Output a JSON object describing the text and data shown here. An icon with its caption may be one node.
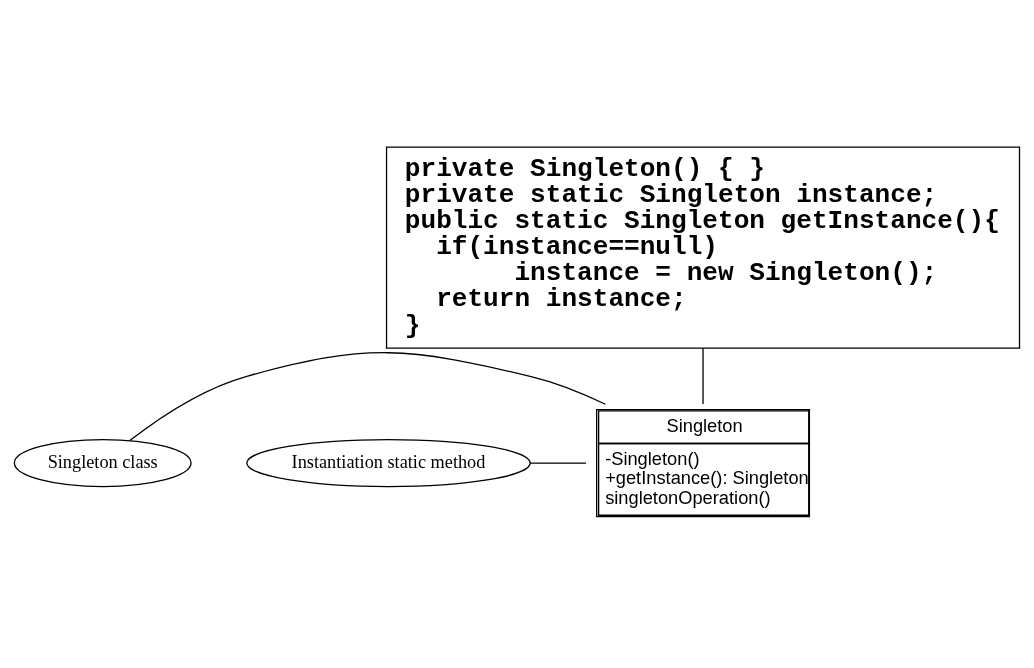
{
  "diagram": {
    "nodes": [
      {
        "text": [
          "Singleton",
          "-Singleton()",
          "+getInstance(): Singleton",
          "singletonOperation()"
        ]
      },
      {
        "text": [
          "Singleton class"
        ]
      },
      {
        "text": [
          "Instantiation static method"
        ]
      },
      {
        "text": [
          "private Singleton() { }",
          "private static Singleton instance;",
          "public static Singleton getInstance(){",
          "  if(instance==null)",
          "       instance = new Singleton();",
          "  return instance;",
          "}"
        ]
      }
    ],
    "edges": [
      {
        "from": 1,
        "to": 0,
        "arrow": "none"
      },
      {
        "from": 2,
        "to": 0,
        "arrow": "none"
      },
      {
        "from": 3,
        "to": 0,
        "arrow": "none"
      }
    ]
  }
}
